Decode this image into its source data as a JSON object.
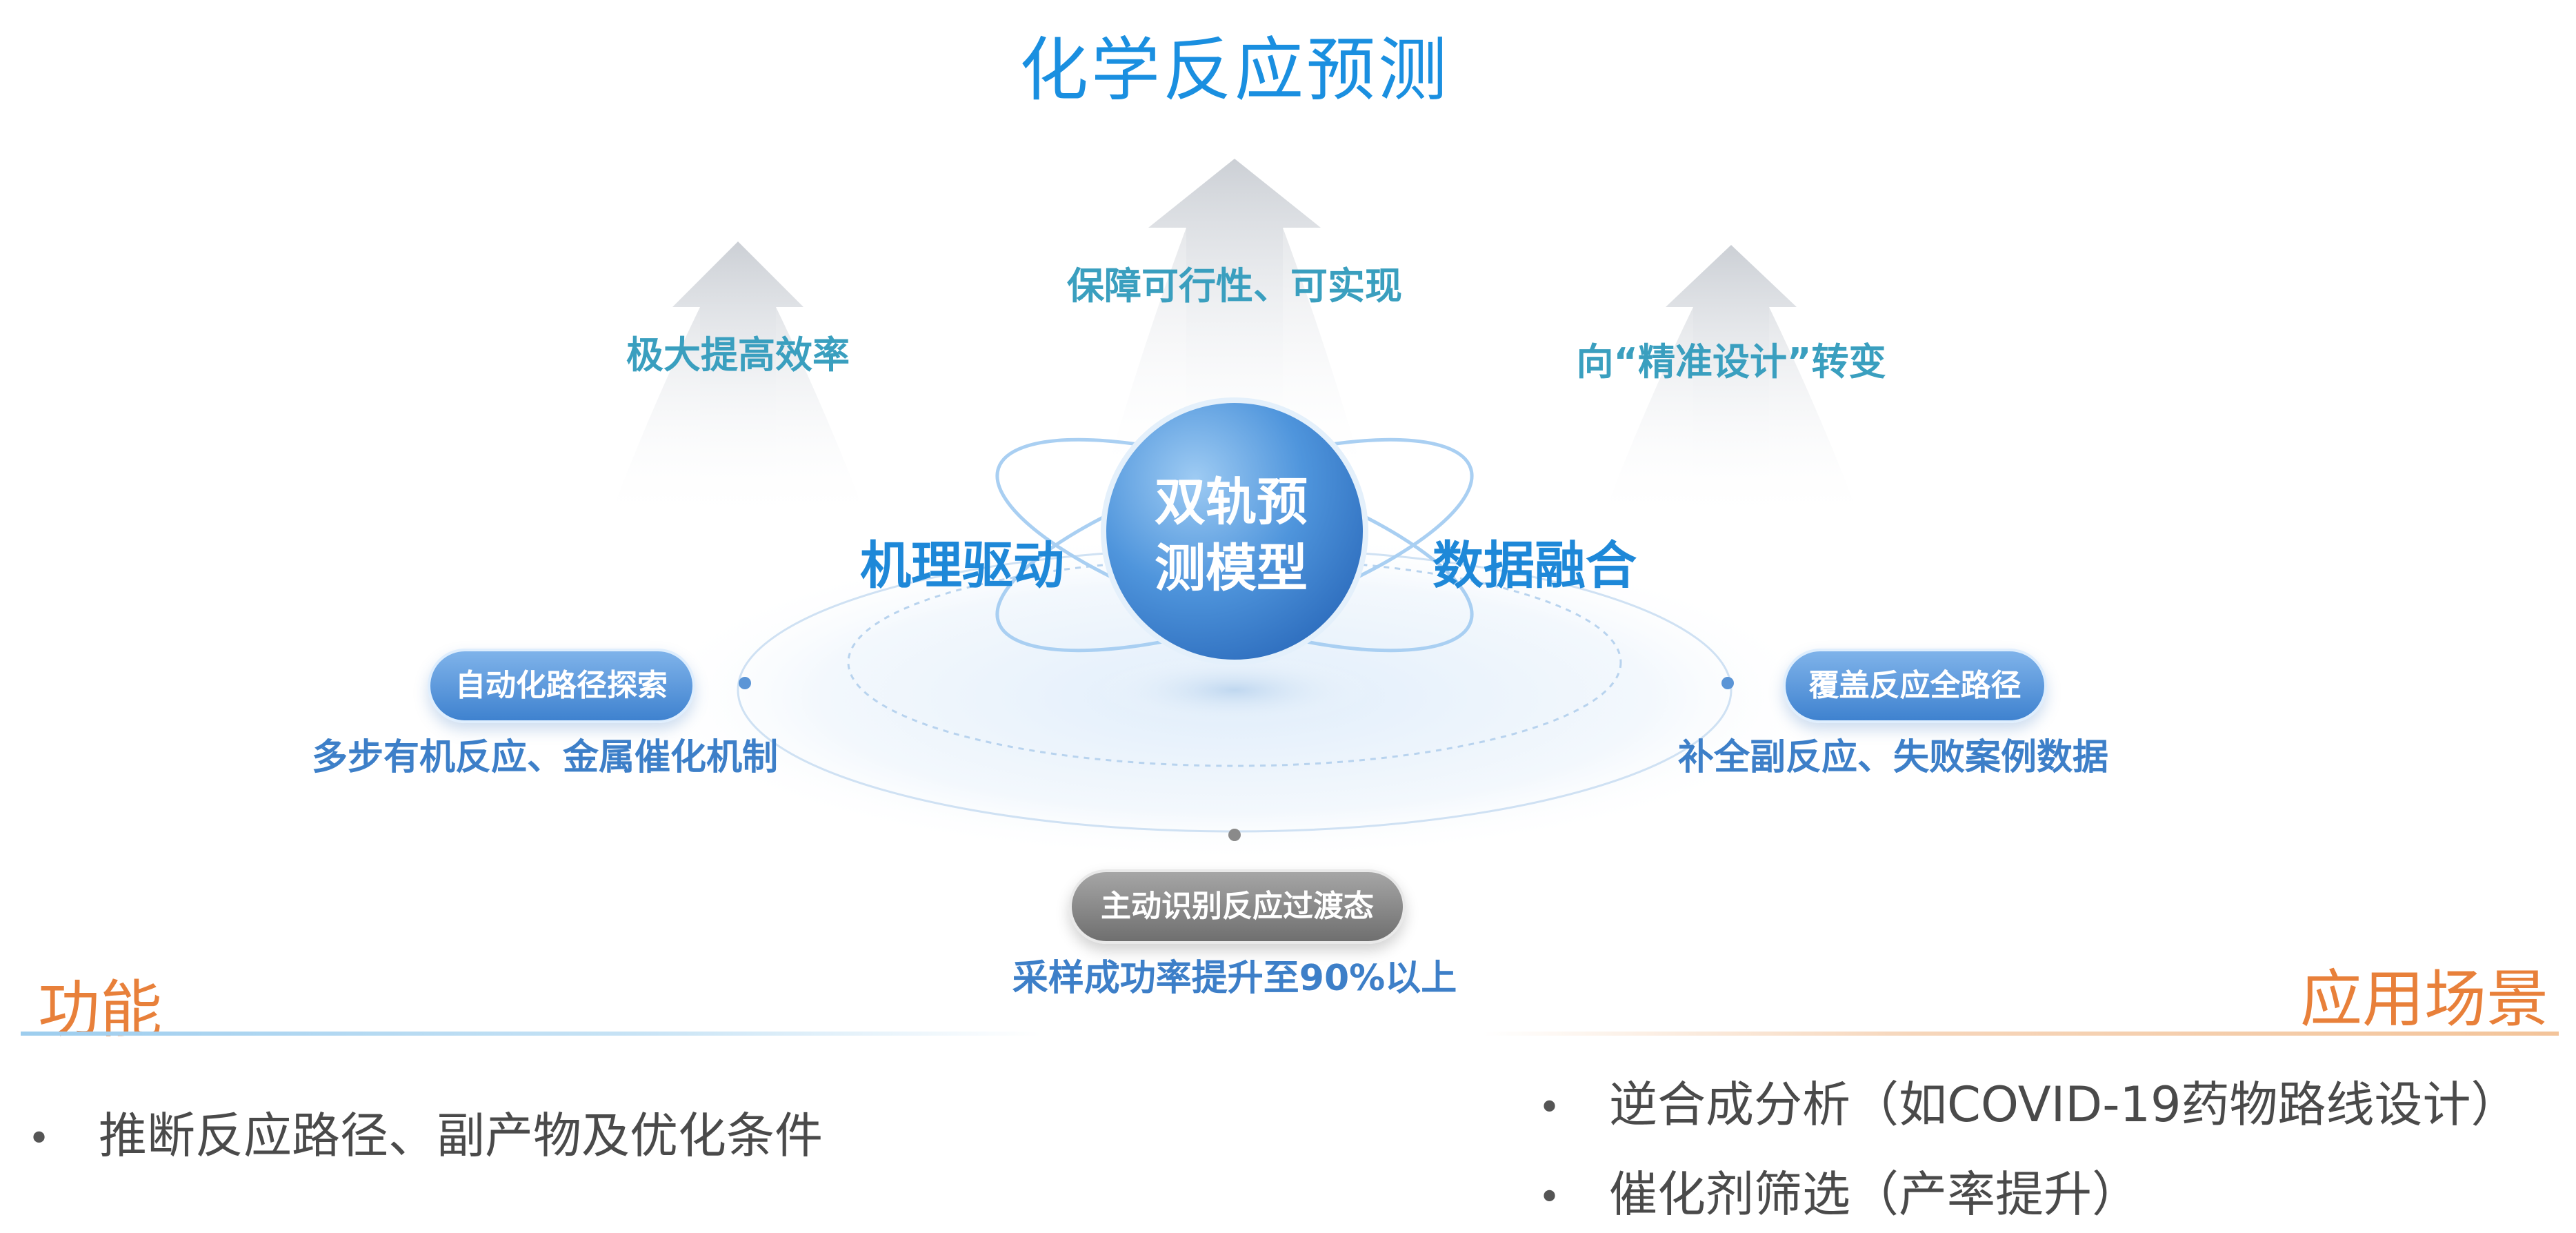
{
  "title": "化学反应预测",
  "arrows": {
    "left": "极大提高效率",
    "center": "保障可行性、可实现",
    "right": "向“精准设计”转变"
  },
  "core": {
    "line1": "双轨预",
    "line2": "测模型",
    "left_label": "机理驱动",
    "right_label": "数据融合"
  },
  "nodes": {
    "left": {
      "pill": "自动化路径探索",
      "desc": "多步有机反应、金属催化机制"
    },
    "right": {
      "pill": "覆盖反应全路径",
      "desc": "补全副反应、失败案例数据"
    },
    "bottom": {
      "pill": "主动识别反应过渡态",
      "desc": "采样成功率提升至90%以上"
    }
  },
  "function_section": {
    "title": "功能",
    "items": [
      "推断反应路径、副产物及优化条件"
    ]
  },
  "application_section": {
    "title": "应用场景",
    "items": [
      "逆合成分析（如COVID-19药物路线设计）",
      "催化剂筛选（产率提升）"
    ]
  },
  "colors": {
    "title_blue": "#1a8fe0",
    "teal": "#3a9fbf",
    "accent_orange": "#e8803a",
    "pill_blue": "#3f82cf",
    "pill_gray": "#6f6f6f"
  }
}
